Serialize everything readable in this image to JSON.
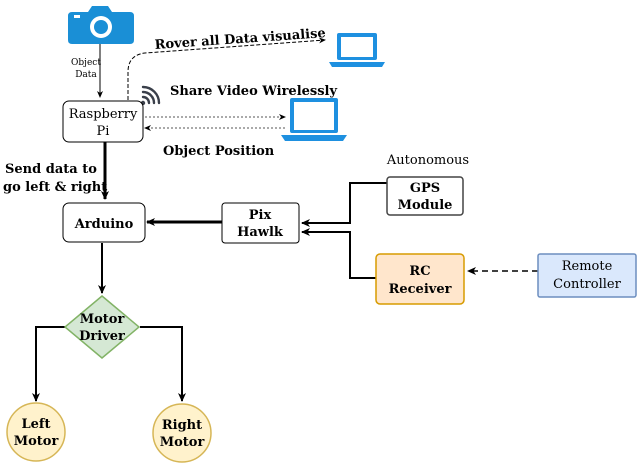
{
  "nodes": {
    "raspberry_pi": {
      "line1": "Raspberry",
      "line2": "Pi"
    },
    "arduino": {
      "label": "Arduino"
    },
    "pixhawk": {
      "line1": "Pix",
      "line2": "Hawlk"
    },
    "gps": {
      "line1": "GPS",
      "line2": "Module"
    },
    "rc_receiver": {
      "line1": "RC",
      "line2": "Receiver"
    },
    "remote_controller": {
      "line1": "Remote",
      "line2": "Controller"
    },
    "motor_driver": {
      "line1": "Motor",
      "line2": "Driver"
    },
    "left_motor": {
      "line1": "Left",
      "line2": "Motor"
    },
    "right_motor": {
      "line1": "Right",
      "line2": "Motor"
    }
  },
  "labels": {
    "object_data_1": "Object",
    "object_data_2": "Data",
    "rover_visualise": "Rover all Data visualise",
    "share_video": "Share Video Wirelessly",
    "object_position": "Object Position",
    "send_data_1": "Send data to",
    "send_data_2": "go left & right",
    "autonomous": "Autonomous"
  },
  "icons": {
    "camera": "camera-icon",
    "laptop": "laptop-icon",
    "wifi": "wifi-icon"
  },
  "colors": {
    "camera_blue": "#1a8fd6",
    "laptop_blue": "#1e90e0",
    "wifi_dark": "#3a3f4a",
    "rc_fill": "#ffe6cc",
    "rc_stroke": "#d79b00",
    "remote_fill": "#dae8fc",
    "remote_stroke": "#6c8ebf",
    "green_fill": "#d5e8d4",
    "green_stroke": "#82b366",
    "motor_fill": "#fff2cc",
    "motor_stroke": "#d6b656"
  }
}
